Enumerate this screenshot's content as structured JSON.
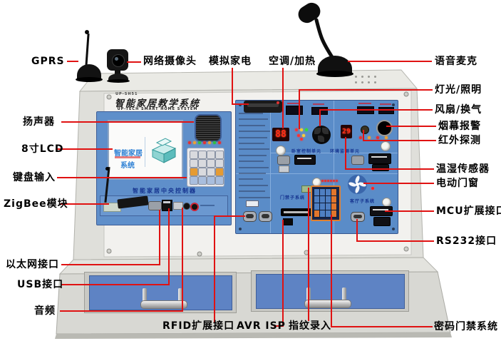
{
  "device": {
    "model": "UP-SH51",
    "title": "智能家居教学系统",
    "subtitle": "UP-TECH SMART HOME SYSTEM",
    "lcd_text_1": "智能家居",
    "lcd_text_2": "系统",
    "console_label": "智能家居中央控制器",
    "seg_ac_value": "88",
    "seg_temp_value": "29",
    "sections": {
      "bedroom": "卧室控制单元",
      "monitor": "环境监测单元",
      "access": "门禁子系统",
      "living": "客厅子系统"
    }
  },
  "colors": {
    "leader_line": "#e01212",
    "panel_blue": "#5a8cc8",
    "drawer_blue": "#5e83c4",
    "cabinet_gray": "#d8d8d3",
    "seg_red": "#ff2d17"
  },
  "callouts": {
    "gprs": "GPRS",
    "camera": "网络摄像头",
    "sim_appliance": "模拟家电",
    "ac_heat": "空调/加热",
    "mic": "语音麦克",
    "light": "灯光/照明",
    "fan_vent": "风扇/换气",
    "smoke": "烟幕报警",
    "ir": "红外探测",
    "temp_humidity": "温湿传感器",
    "door_window": "电动门窗",
    "mcu": "MCU扩展接口",
    "rs232": "RS232接口",
    "password": "密码门禁系统",
    "speaker": "扬声器",
    "lcd": "8寸LCD",
    "key_input": "键盘输入",
    "zigbee": "ZigBee模块",
    "ethernet": "以太网接口",
    "usb": "USB接口",
    "audio": "音频",
    "rfid": "RFID扩展接口",
    "avr_isp": "AVR ISP",
    "fingerprint": "指纹录入"
  }
}
